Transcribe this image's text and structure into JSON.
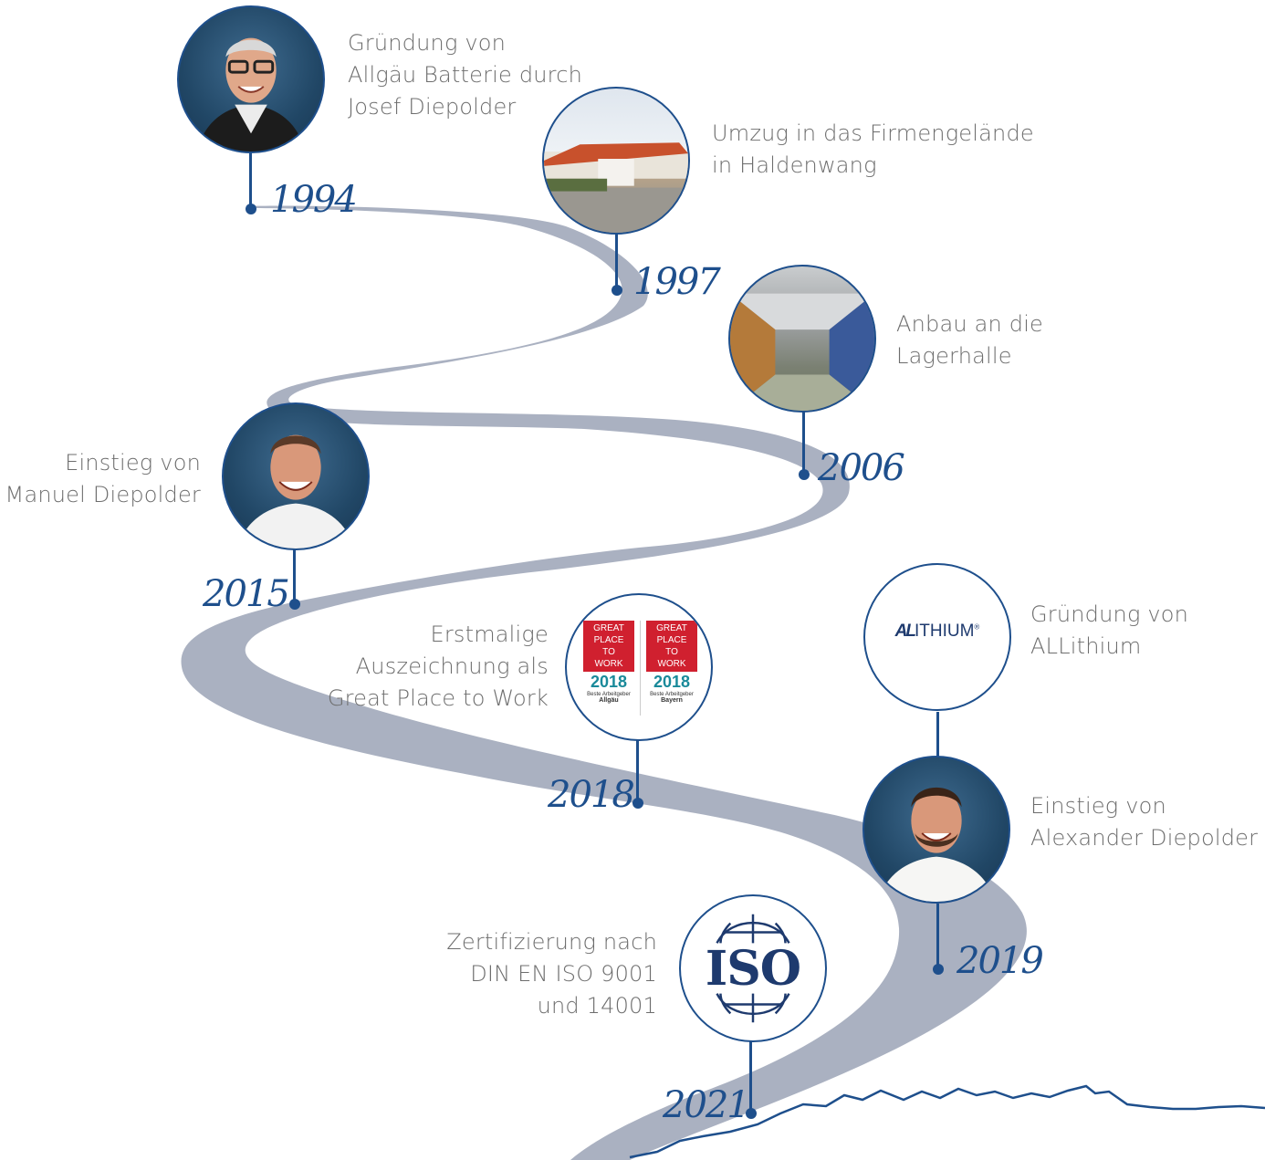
{
  "milestones": [
    {
      "year": "1994",
      "lines": [
        "Gründung von",
        "Allgäu Batterie durch",
        "Josef Diepolder"
      ],
      "icon": "portrait-icon"
    },
    {
      "year": "1997",
      "lines": [
        "Umzug in das Firmengelände",
        "in Haldenwang"
      ],
      "icon": "building-photo-icon"
    },
    {
      "year": "2006",
      "lines": [
        "Anbau an die",
        "Lagerhalle"
      ],
      "icon": "warehouse-photo-icon"
    },
    {
      "year": "2015",
      "lines": [
        "Einstieg von",
        "Manuel Diepolder"
      ],
      "icon": "portrait-icon"
    },
    {
      "year": "2018",
      "lines": [
        "Erstmalige",
        "Auszeichnung als",
        "Great Place to Work"
      ],
      "icon": "award-badge-icon"
    },
    {
      "year": "2019",
      "lines": [
        "Einstieg von",
        "Alexander Diepolder"
      ],
      "icon": "portrait-icon"
    },
    {
      "year": "2021",
      "lines": [
        "Zertifizierung nach",
        "DIN EN ISO 9001",
        "und 14001"
      ],
      "icon": "iso-logo-icon"
    }
  ],
  "allithium": {
    "lines": [
      "Gründung von",
      "ALLithium"
    ],
    "logo_text": "ITHIUM",
    "logo_mark": "AL",
    "icon": "allithium-logo-icon"
  },
  "gptw": {
    "badges": [
      {
        "top": [
          "GREAT",
          "PLACE",
          "TO",
          "WORK"
        ],
        "year": "2018",
        "sub": "Beste Arbeitgeber",
        "region": "Allgäu"
      },
      {
        "top": [
          "GREAT",
          "PLACE",
          "TO",
          "WORK"
        ],
        "year": "2018",
        "sub": "Beste Arbeitgeber",
        "region": "Bayern"
      }
    ]
  },
  "iso": {
    "text": "ISO"
  },
  "colors": {
    "road": "#aab1c1",
    "accent": "#1e4f8c",
    "text": "#6d6d6d",
    "gptw_red": "#d0202f",
    "gptw_teal": "#1a8a9a"
  }
}
